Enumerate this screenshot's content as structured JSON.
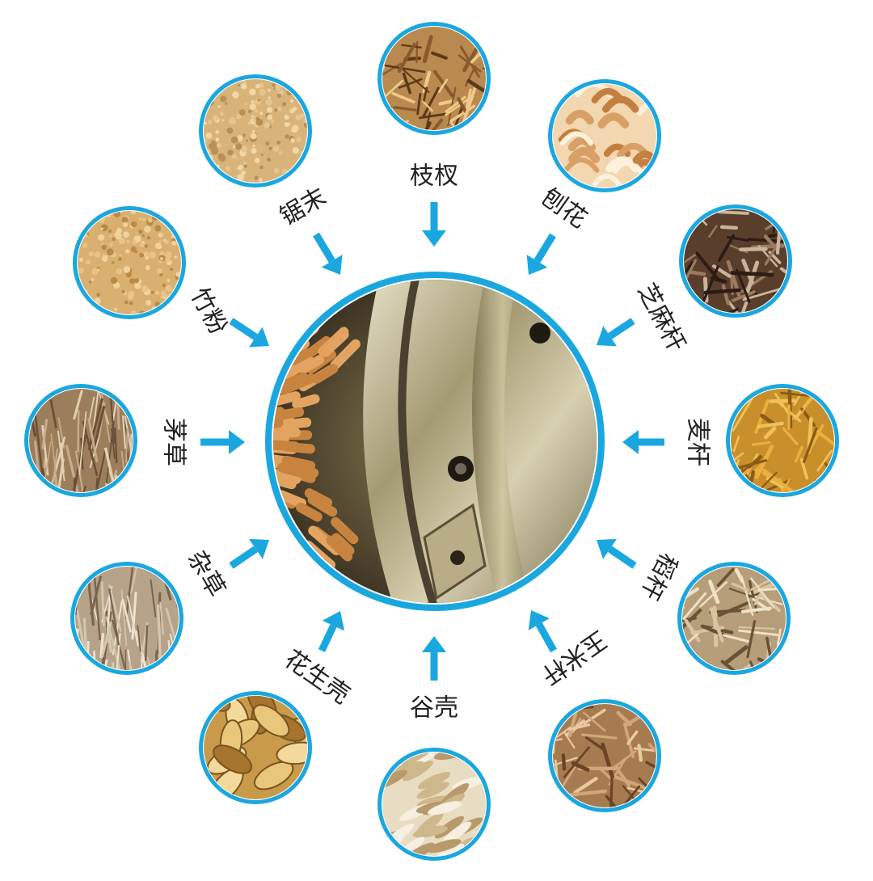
{
  "colors": {
    "ring": "#1aa7df",
    "arrow": "#1aa7df",
    "label": "#222222",
    "background": "#ffffff"
  },
  "center": {
    "name": "pellet-die-roller",
    "icon": "pellet-mill-die-photo"
  },
  "materials": [
    {
      "id": "branches",
      "label": "枝杈",
      "texture": "twigs"
    },
    {
      "id": "wood-shavings",
      "label": "刨花",
      "texture": "shavings"
    },
    {
      "id": "sesame-stalk",
      "label": "芝麻杆",
      "texture": "dark-stalks"
    },
    {
      "id": "wheat-straw",
      "label": "麦杆",
      "texture": "golden-straw"
    },
    {
      "id": "rice-straw",
      "label": "稻杆",
      "texture": "pale-straw"
    },
    {
      "id": "corn-stalk",
      "label": "玉米杆",
      "texture": "fibrous-chips"
    },
    {
      "id": "rice-husk",
      "label": "谷壳",
      "texture": "husks"
    },
    {
      "id": "peanut-shell",
      "label": "花生壳",
      "texture": "peanuts"
    },
    {
      "id": "weeds",
      "label": "杂草",
      "texture": "dry-grass"
    },
    {
      "id": "thatch-grass",
      "label": "茅草",
      "texture": "long-grass"
    },
    {
      "id": "bamboo-powder",
      "label": "竹粉",
      "texture": "fine-powder"
    },
    {
      "id": "sawdust",
      "label": "锯末",
      "texture": "sawdust"
    }
  ]
}
